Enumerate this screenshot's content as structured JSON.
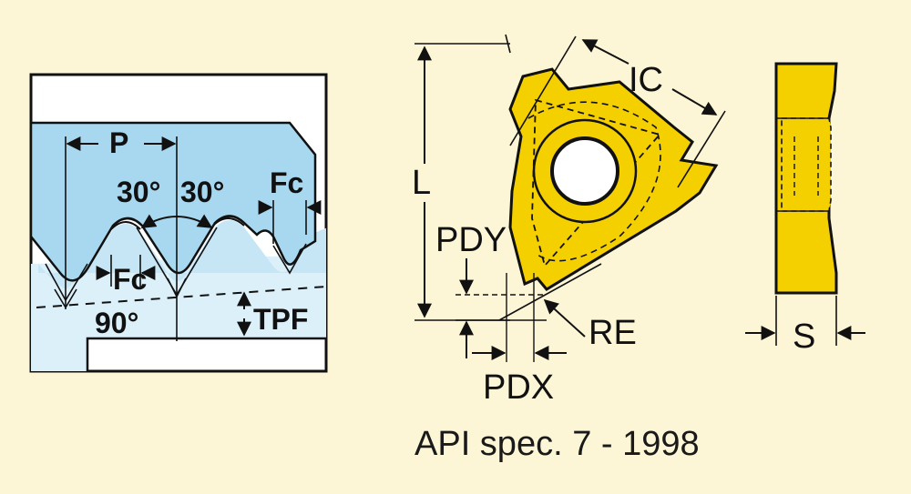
{
  "colors": {
    "background": "#fcf6d6",
    "thread_blue": "#a8d8ef",
    "thread_blue_light": "#dcf0fa",
    "insert_yellow": "#f4d000",
    "insert_edge": "#1a1a1a"
  },
  "thread_detail": {
    "pitch_label": "P",
    "angle_left": "30°",
    "angle_right": "30°",
    "fc_top_label": "Fc",
    "fc_bottom_label": "Fc",
    "angle_90": "90°",
    "tpf_label": "TPF"
  },
  "insert_view": {
    "ic_label": "IC",
    "l_label": "L",
    "pdy_label": "PDY",
    "re_label": "RE",
    "pdx_label": "PDX"
  },
  "side_view": {
    "s_label": "S"
  },
  "caption": "API spec. 7 - 1998"
}
